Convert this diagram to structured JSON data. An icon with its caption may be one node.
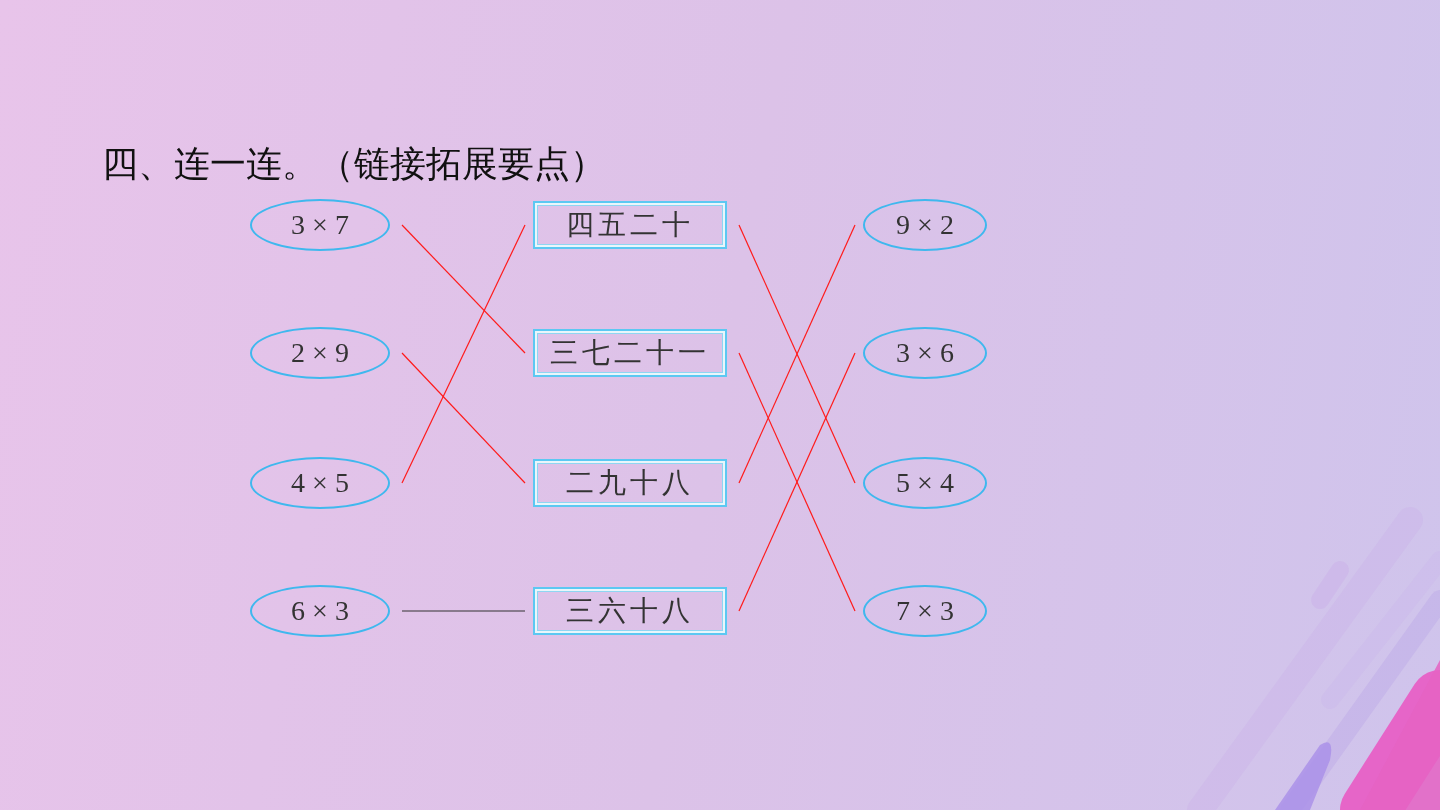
{
  "diagram": {
    "title": "四、连一连。（链接拓展要点）",
    "nodes": [
      {
        "text": [
          "3 × 7"
        ]
      },
      {
        "text": [
          "四五二十"
        ]
      },
      {
        "text": [
          "9 × 2"
        ]
      },
      {
        "text": [
          "2 × 9"
        ]
      },
      {
        "text": [
          "三七二十一"
        ]
      },
      {
        "text": [
          "3 × 6"
        ]
      },
      {
        "text": [
          "4 × 5"
        ]
      },
      {
        "text": [
          "二九十八"
        ]
      },
      {
        "text": [
          "5 × 4"
        ]
      },
      {
        "text": [
          "6 × 3"
        ]
      },
      {
        "text": [
          "三六十八"
        ]
      },
      {
        "text": [
          "7 × 3"
        ]
      }
    ],
    "edges": [
      {
        "from": 0,
        "to": 4,
        "arrow": "none"
      },
      {
        "from": 3,
        "to": 7,
        "arrow": "none"
      },
      {
        "from": 6,
        "to": 1,
        "arrow": "none"
      },
      {
        "from": 9,
        "to": 10,
        "arrow": "none",
        "color": "#333333"
      },
      {
        "from": 1,
        "to": 8,
        "arrow": "none"
      },
      {
        "from": 4,
        "to": 11,
        "arrow": "none"
      },
      {
        "from": 7,
        "to": 2,
        "arrow": "none"
      },
      {
        "from": 10,
        "to": 5,
        "arrow": "none"
      }
    ]
  }
}
